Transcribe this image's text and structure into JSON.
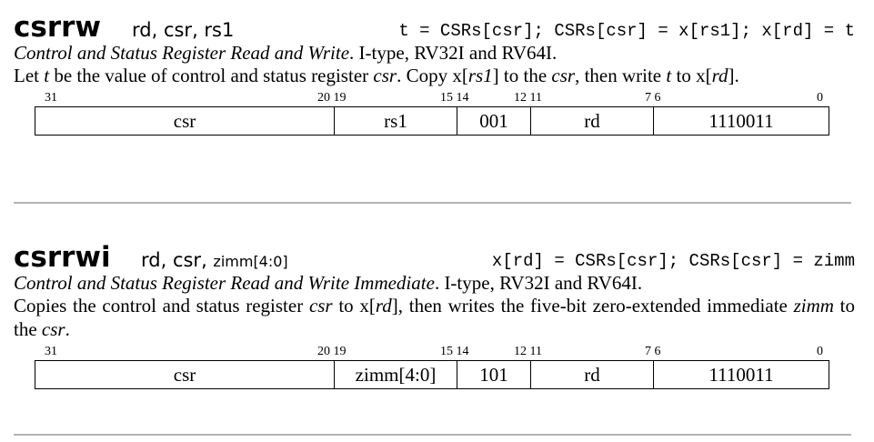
{
  "sections": [
    {
      "mnemonic": "csrrw",
      "operands": "rd, csr, rs1",
      "operands_small": "",
      "semantics": "t = CSRs[csr]; CSRs[csr] = x[rs1]; x[rd] = t",
      "name": "Control and Status Register Read and Write",
      "format": ". I-type, RV32I and RV64I.",
      "desc_1": "Let ",
      "desc_2": "t",
      "desc_3": " be the value of control and status register ",
      "desc_4": "csr",
      "desc_5": ".  Copy x[",
      "desc_6": "rs1",
      "desc_7": "] to the ",
      "desc_8": "csr",
      "desc_9": ", then write ",
      "desc_10": "t",
      "desc_11": " to x[",
      "desc_12": "rd",
      "desc_13": "].",
      "bit_labels": [
        "31",
        "20 19",
        "15 14",
        "12 11",
        "7 6",
        "0"
      ],
      "fields": [
        "csr",
        "rs1",
        "001",
        "rd",
        "1110011"
      ]
    },
    {
      "mnemonic": "csrrwi",
      "operands": "rd, csr, ",
      "operands_small": "zimm[4:0]",
      "semantics": "x[rd] = CSRs[csr]; CSRs[csr] = zimm",
      "name": "Control and Status Register Read and Write Immediate",
      "format": ". I-type, RV32I and RV64I.",
      "desc_1": "Copies the control and status register ",
      "desc_2": "csr",
      "desc_3": " to x[",
      "desc_4": "rd",
      "desc_5": "], then writes the five-bit zero-extended immediate ",
      "desc_6": "zimm",
      "desc_7": " to the ",
      "desc_8": "csr",
      "desc_9": ".",
      "bit_labels": [
        "31",
        "20 19",
        "15 14",
        "12 11",
        "7 6",
        "0"
      ],
      "fields": [
        "csr",
        "zimm[4:0]",
        "101",
        "rd",
        "1110011"
      ]
    }
  ]
}
